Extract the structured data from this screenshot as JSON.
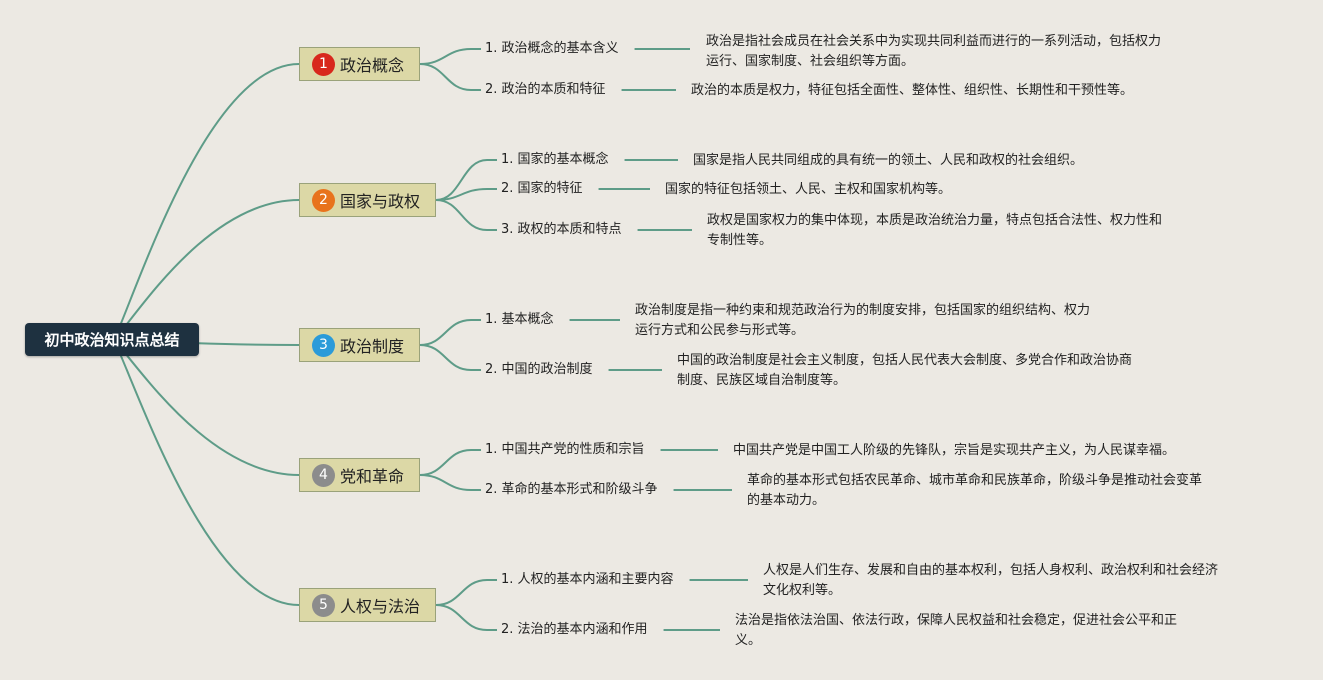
{
  "root": {
    "title": "初中政治知识点总结"
  },
  "topics": [
    {
      "number": "1",
      "title": "政治概念",
      "badge_color": "#d8281c",
      "subs": [
        {
          "label": "1. 政治概念的基本含义",
          "desc": [
            "政治是指社会成员在社会关系中为实现共同利益而进行的一系列活动，包括权力",
            "运行、国家制度、社会组织等方面。"
          ]
        },
        {
          "label": "2. 政治的本质和特征",
          "desc": [
            "政治的本质是权力，特征包括全面性、整体性、组织性、长期性和干预性等。"
          ]
        }
      ]
    },
    {
      "number": "2",
      "title": "国家与政权",
      "badge_color": "#e8731c",
      "subs": [
        {
          "label": "1. 国家的基本概念",
          "desc": [
            "国家是指人民共同组成的具有统一的领土、人民和政权的社会组织。"
          ]
        },
        {
          "label": "2. 国家的特征",
          "desc": [
            "国家的特征包括领土、人民、主权和国家机构等。"
          ]
        },
        {
          "label": "3. 政权的本质和特点",
          "desc": [
            "政权是国家权力的集中体现，本质是政治统治力量，特点包括合法性、权力性和",
            "专制性等。"
          ]
        }
      ]
    },
    {
      "number": "3",
      "title": "政治制度",
      "badge_color": "#2b9bd9",
      "subs": [
        {
          "label": "1. 基本概念",
          "desc": [
            "政治制度是指一种约束和规范政治行为的制度安排，包括国家的组织结构、权力",
            "运行方式和公民参与形式等。"
          ]
        },
        {
          "label": "2. 中国的政治制度",
          "desc": [
            "中国的政治制度是社会主义制度，包括人民代表大会制度、多党合作和政治协商",
            "制度、民族区域自治制度等。"
          ]
        }
      ]
    },
    {
      "number": "4",
      "title": "党和革命",
      "badge_color": "#8c8c8c",
      "subs": [
        {
          "label": "1. 中国共产党的性质和宗旨",
          "desc": [
            "中国共产党是中国工人阶级的先锋队，宗旨是实现共产主义，为人民谋幸福。"
          ]
        },
        {
          "label": "2. 革命的基本形式和阶级斗争",
          "desc": [
            "革命的基本形式包括农民革命、城市革命和民族革命，阶级斗争是推动社会变革",
            "的基本动力。"
          ]
        }
      ]
    },
    {
      "number": "5",
      "title": "人权与法治",
      "badge_color": "#8c8c8c",
      "subs": [
        {
          "label": "1. 人权的基本内涵和主要内容",
          "desc": [
            "人权是人们生存、发展和自由的基本权利，包括人身权利、政治权利和社会经济",
            "文化权利等。"
          ]
        },
        {
          "label": "2. 法治的基本内涵和作用",
          "desc": [
            "法治是指依法治国、依法行政，保障人民权益和社会稳定，促进社会公平和正",
            "义。"
          ]
        }
      ]
    }
  ]
}
